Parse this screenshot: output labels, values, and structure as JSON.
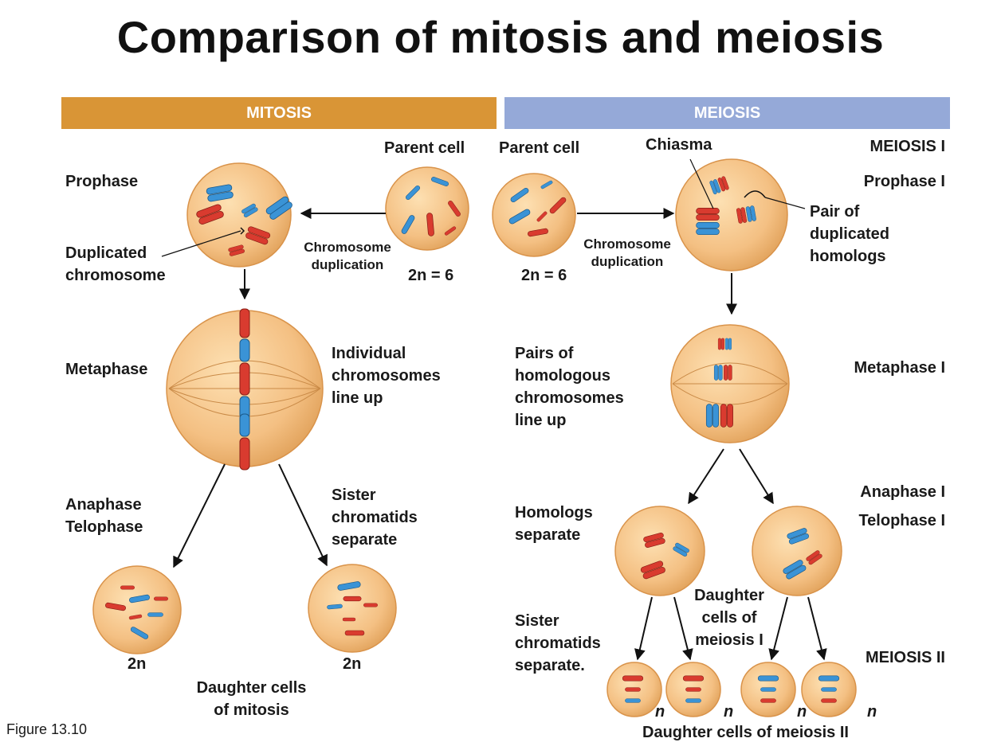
{
  "title": "Comparison of mitosis and meiosis",
  "banners": {
    "mitosis": "MITOSIS",
    "meiosis": "MEIOSIS"
  },
  "colors": {
    "mitosis_banner": "#d99536",
    "meiosis_banner": "#95a9d8",
    "cell_fill": "#f6c98c",
    "chrom_red": "#d93b2f",
    "chrom_blue": "#3a93d6"
  },
  "mitosis": {
    "parent_cell": "Parent cell",
    "prophase": "Prophase",
    "duplicated_chromosome": "Duplicated\nchromosome",
    "chromosome_duplication": "Chromosome\nduplication",
    "ploidy_parent": "2n = 6",
    "metaphase": "Metaphase",
    "individual_line_up": "Individual\nchromosomes\nline up",
    "anaphase_telophase": "Anaphase\nTelophase",
    "sister_chromatids": "Sister\nchromatids\nseparate",
    "daughter_ploidy_left": "2n",
    "daughter_ploidy_right": "2n",
    "daughter_cells": "Daughter cells\nof mitosis"
  },
  "meiosis": {
    "parent_cell": "Parent cell",
    "chiasma": "Chiasma",
    "meiosis_one": "MEIOSIS I",
    "prophase_one": "Prophase I",
    "pair_homologs": "Pair of\nduplicated\nhomologs",
    "chromosome_duplication": "Chromosome\nduplication",
    "ploidy_parent": "2n = 6",
    "pairs_line_up": "Pairs of\nhomologous\nchromosomes\nline up",
    "metaphase_one": "Metaphase I",
    "anaphase_one": "Anaphase I",
    "telophase_one": "Telophase I",
    "homologs_separate": "Homologs\nseparate",
    "daughter_meiosis_one": "Daughter\ncells of\nmeiosis I",
    "sister_chromatids": "Sister\nchromatids\nseparate.",
    "meiosis_two": "MEIOSIS II",
    "haploid_1": "n",
    "haploid_2": "n",
    "haploid_3": "n",
    "haploid_4": "n",
    "daughter_meiosis_two": "Daughter cells of meiosis II"
  },
  "figure_label": "Figure 13.10"
}
